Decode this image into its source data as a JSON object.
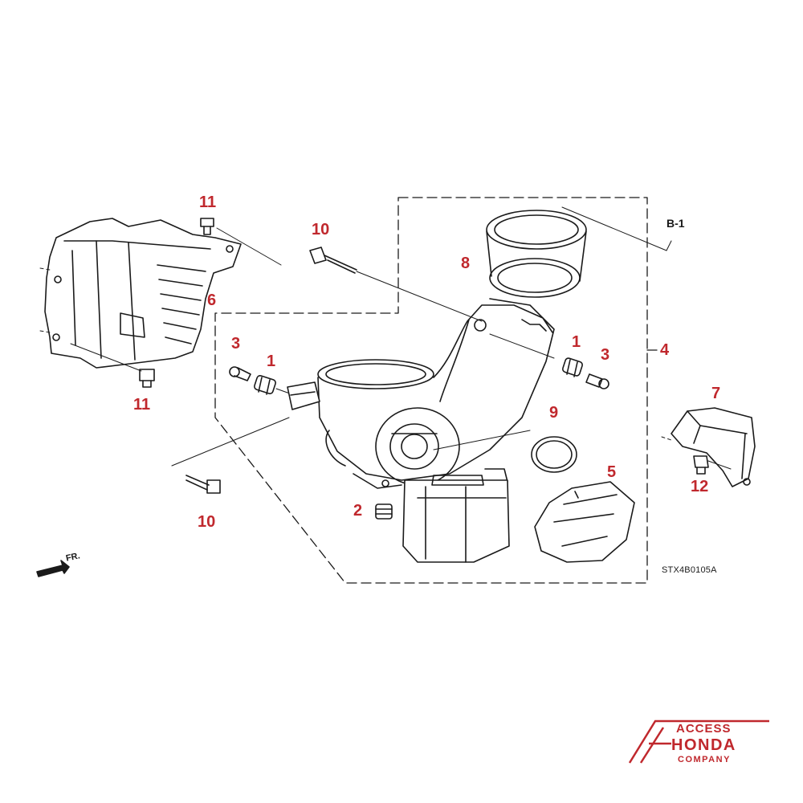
{
  "diagram": {
    "reference_code": "STX4B0105A",
    "section_ref": "B-1",
    "front_indicator": "FR.",
    "callouts": {
      "c1a": "1",
      "c1b": "1",
      "c2": "2",
      "c3a": "3",
      "c3b": "3",
      "c4": "4",
      "c5": "5",
      "c6": "6",
      "c7": "7",
      "c8": "8",
      "c9": "9",
      "c10a": "10",
      "c10b": "10",
      "c11a": "11",
      "c11b": "11",
      "c12": "12"
    }
  },
  "logo": {
    "line1": "ACCESS",
    "line2": "HONDA",
    "line3": "COMPANY",
    "color": "#c0282d"
  },
  "colors": {
    "callout": "#c0282d",
    "line": "#1a1a1a"
  }
}
